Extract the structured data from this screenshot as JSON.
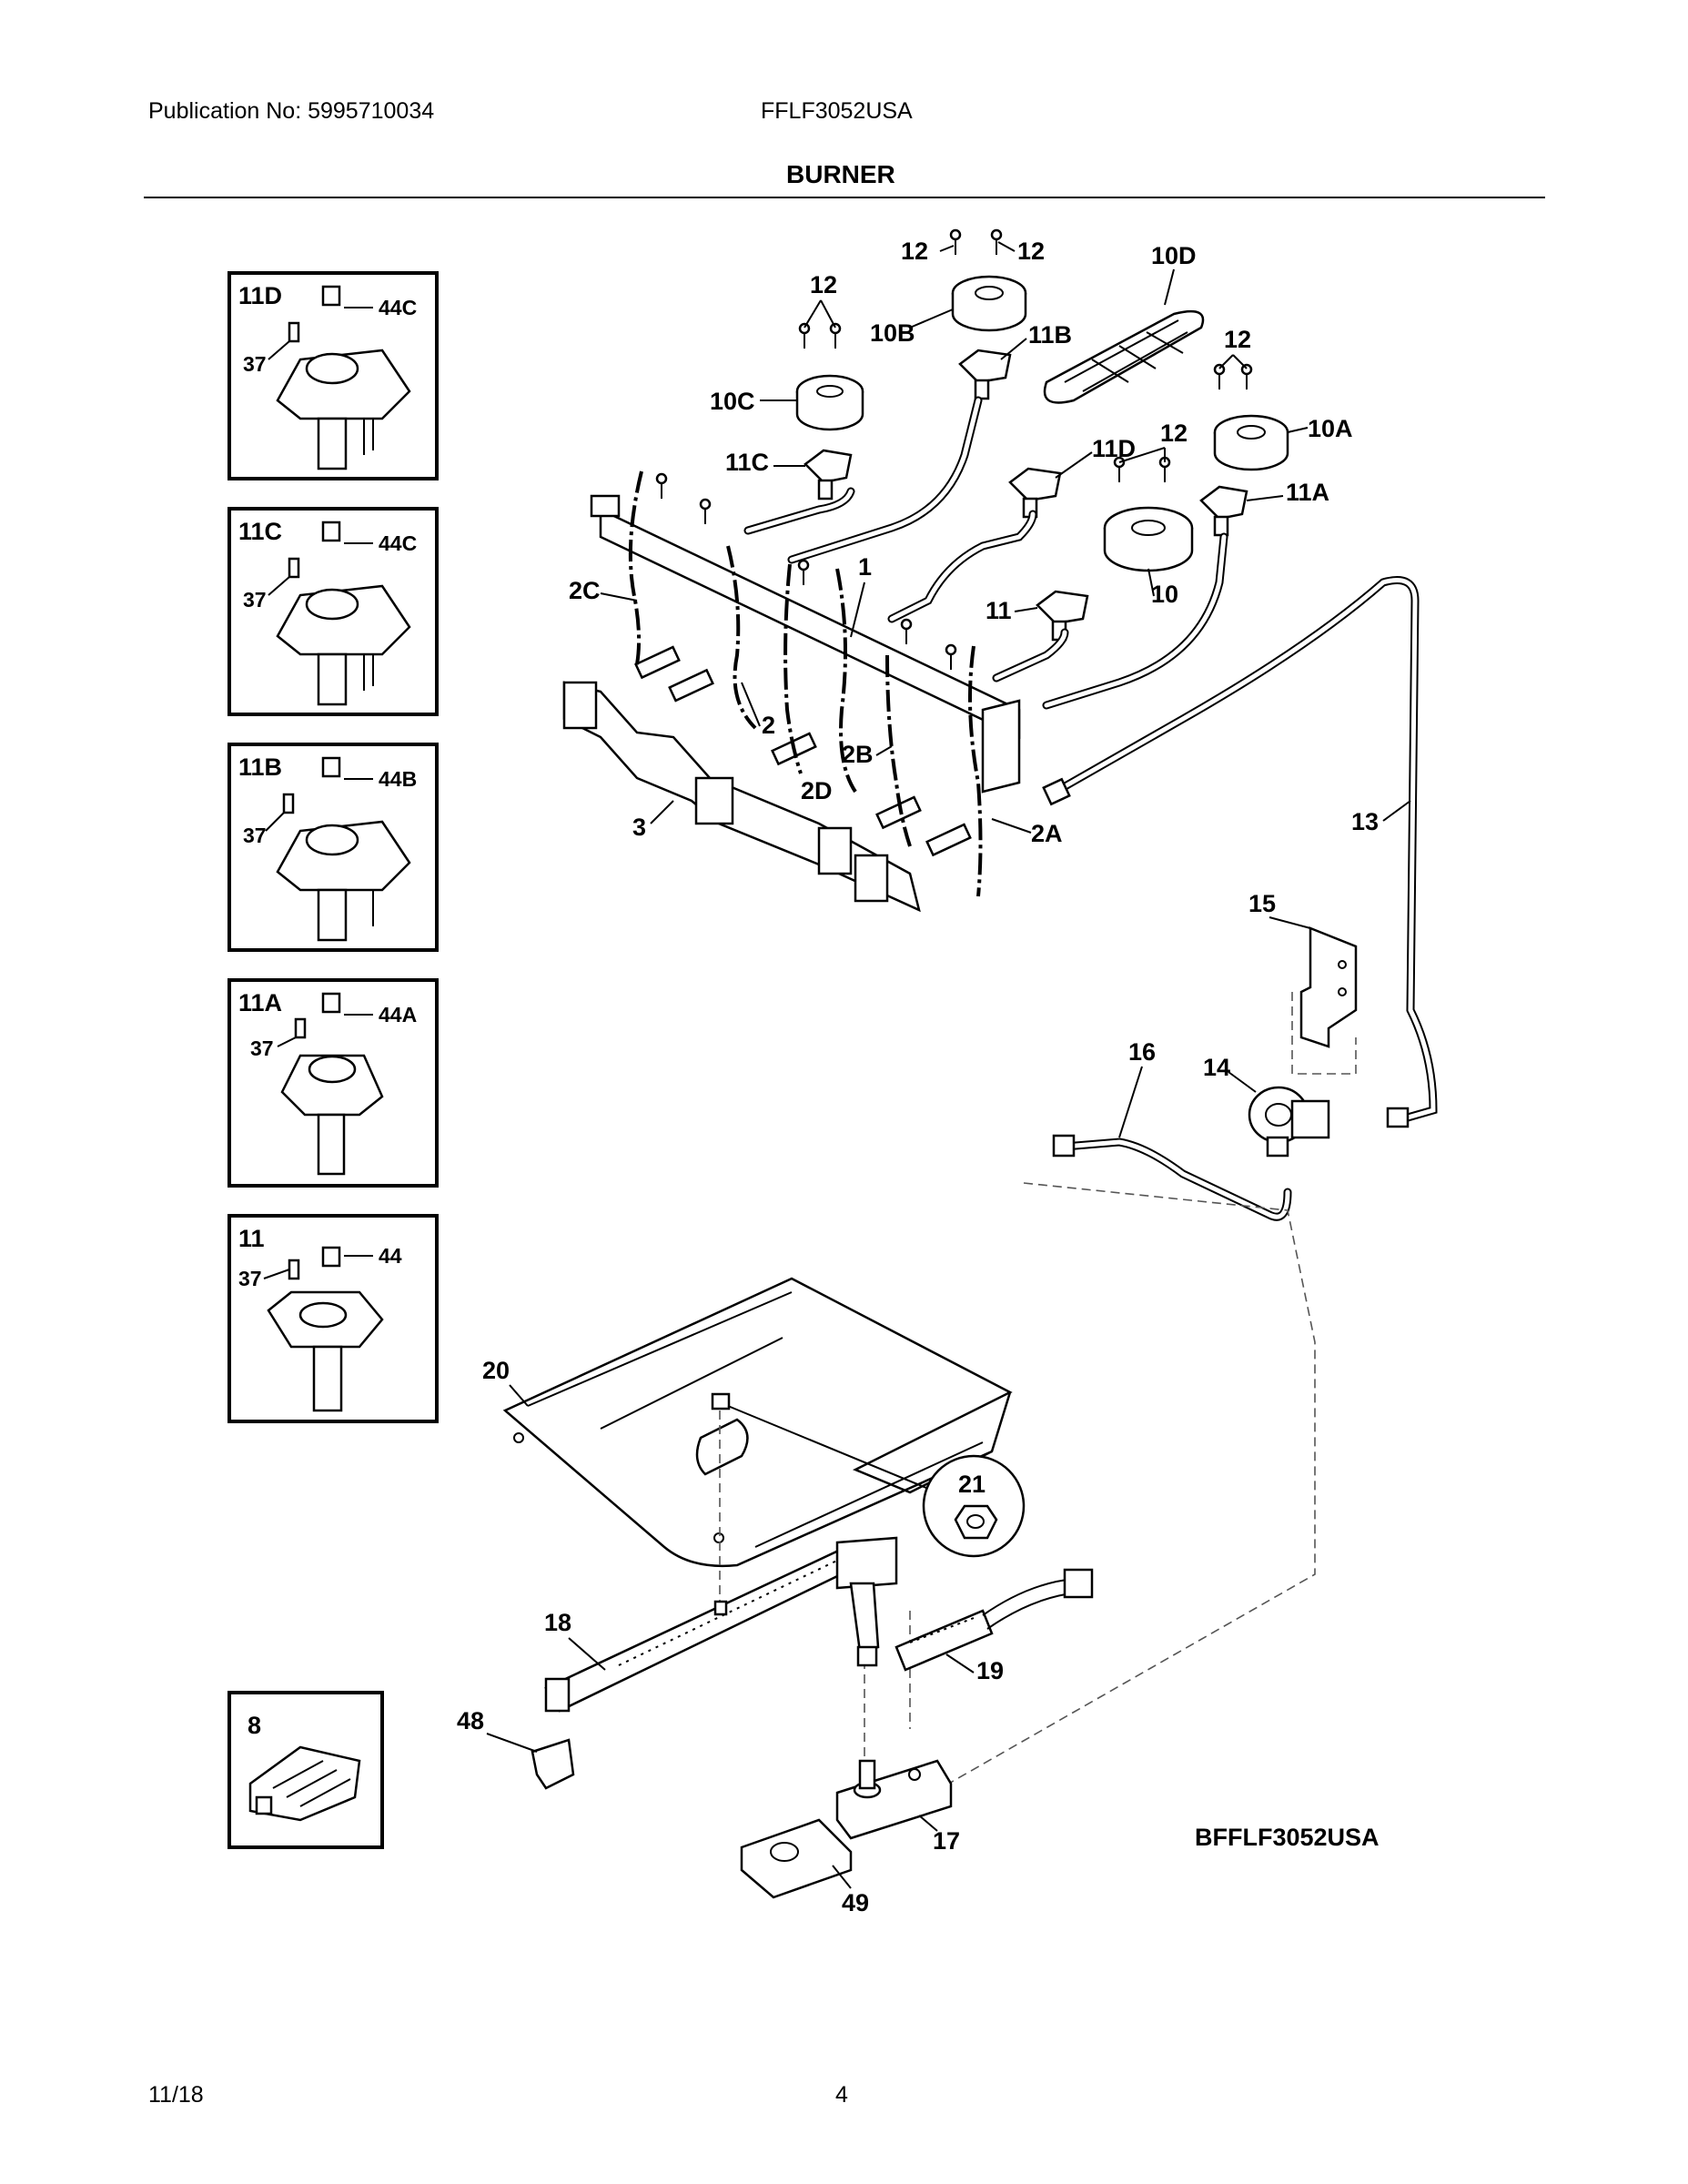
{
  "header": {
    "publication": "Publication No: 5995710034",
    "model": "FFLF3052USA",
    "section_title": "BURNER"
  },
  "inset_boxes": [
    {
      "id": "11D",
      "screw": "37",
      "cap": "44C"
    },
    {
      "id": "11C",
      "screw": "37",
      "cap": "44C"
    },
    {
      "id": "11B",
      "screw": "37",
      "cap": "44B"
    },
    {
      "id": "11A",
      "screw": "37",
      "cap": "44A"
    },
    {
      "id": "11",
      "screw": "37",
      "cap": "44"
    }
  ],
  "inset_switch": {
    "id": "8"
  },
  "callouts": {
    "c12a": "12",
    "c12b": "12",
    "c10D": "10D",
    "c12c": "12",
    "c10B": "10B",
    "c11B": "11B",
    "c12d": "12",
    "c10C": "10C",
    "c12e": "12",
    "c10A": "10A",
    "c11C": "11C",
    "c11D": "11D",
    "c11A": "11A",
    "c1": "1",
    "c2C": "2C",
    "c11": "11",
    "c10": "10",
    "c2": "2",
    "c2B": "2B",
    "c2D": "2D",
    "c3": "3",
    "c2A": "2A",
    "c13": "13",
    "c15": "15",
    "c14": "14",
    "c16": "16",
    "c20": "20",
    "c21": "21",
    "c18": "18",
    "c19": "19",
    "c48": "48",
    "c17": "17",
    "c49": "49"
  },
  "diagram_code": "BFFLF3052USA",
  "footer": {
    "date": "11/18",
    "page": "4"
  }
}
